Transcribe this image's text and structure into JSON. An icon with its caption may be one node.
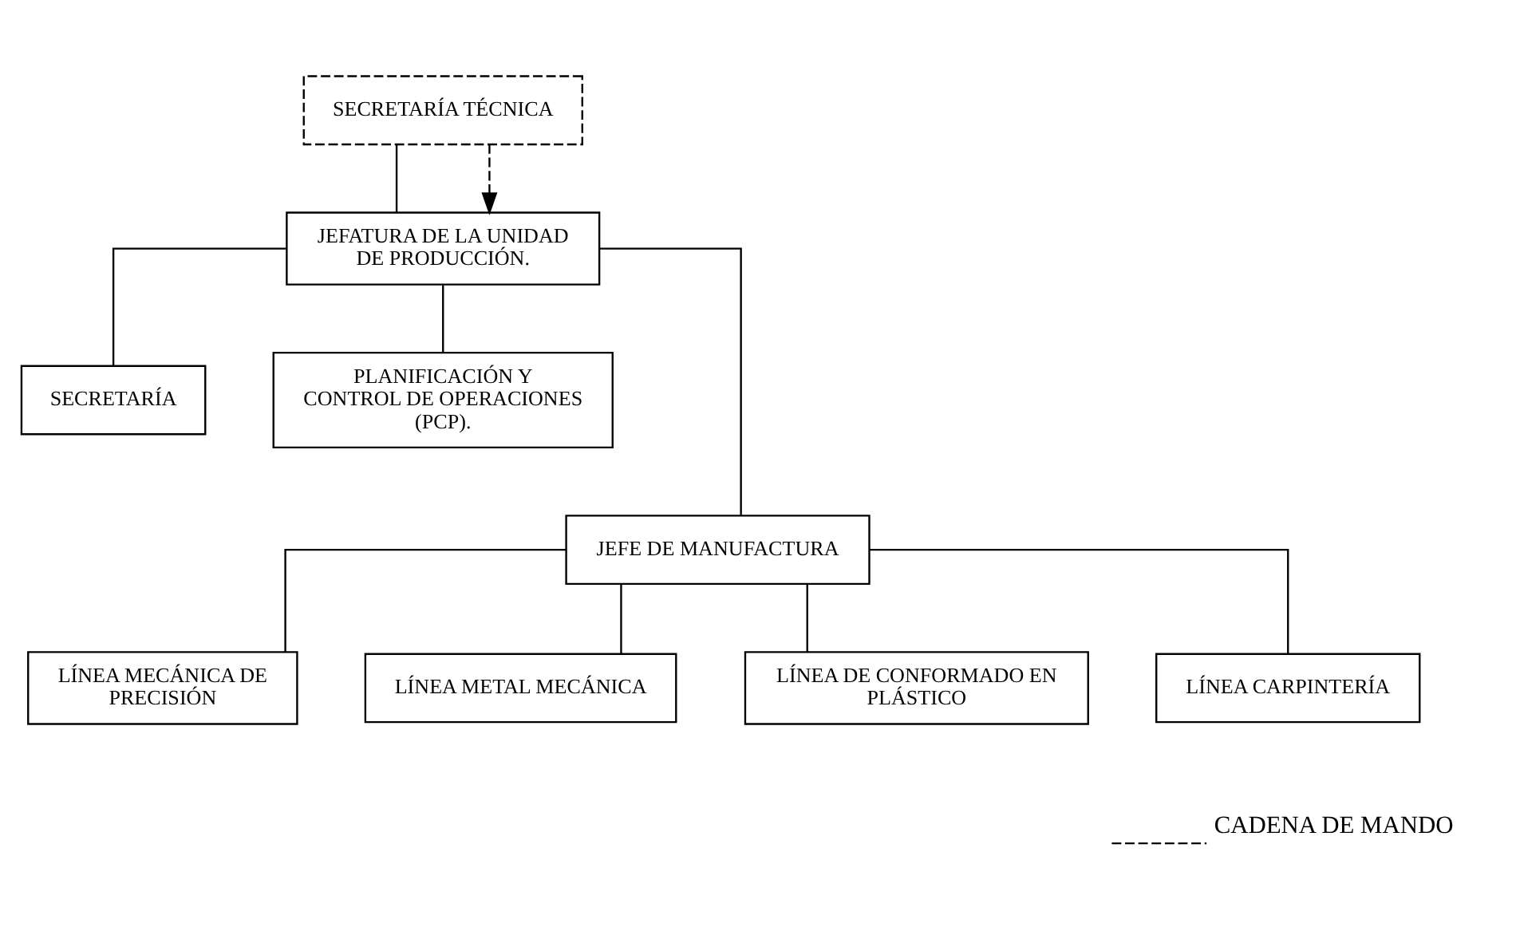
{
  "diagram": {
    "nodes": [
      {
        "text": [
          "SECRETARÍA TÉCNICA"
        ]
      },
      {
        "text": [
          "JEFATURA DE LA UNIDAD DE PRODUCCIÓN."
        ]
      },
      {
        "text": [
          "SECRETARÍA"
        ]
      },
      {
        "text": [
          "PLANIFICACIÓN Y CONTROL DE OPERACIONES (PCP)."
        ]
      },
      {
        "text": [
          "JEFE DE MANUFACTURA"
        ]
      },
      {
        "text": [
          "LÍNEA MECÁNICA DE PRECISIÓN"
        ]
      },
      {
        "text": [
          "LÍNEA METAL MECÁNICA"
        ]
      },
      {
        "text": [
          "LÍNEA DE CONFORMADO EN PLÁSTICO"
        ]
      },
      {
        "text": [
          "LÍNEA CARPINTERÍA"
        ]
      }
    ],
    "edges": [
      {
        "from": 0,
        "to": 1,
        "arrow": "none"
      },
      {
        "from": 0,
        "to": 1,
        "arrow": "to",
        "style": "dashed"
      },
      {
        "from": 1,
        "to": 2,
        "arrow": "none"
      },
      {
        "from": 1,
        "to": 3,
        "arrow": "none"
      },
      {
        "from": 1,
        "to": 4,
        "arrow": "none"
      },
      {
        "from": 4,
        "to": 5,
        "arrow": "none"
      },
      {
        "from": 4,
        "to": 6,
        "arrow": "none"
      },
      {
        "from": 4,
        "to": 7,
        "arrow": "none"
      },
      {
        "from": 4,
        "to": 8,
        "arrow": "none"
      }
    ],
    "legend": [
      {
        "text": "CADENA DE MANDO"
      }
    ]
  }
}
